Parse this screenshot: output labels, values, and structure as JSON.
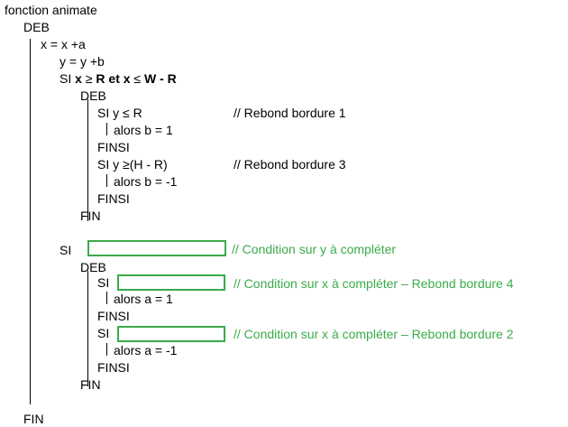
{
  "header": "fonction animate",
  "deb": "DEB",
  "fin": "FIN",
  "finsi": "FINSI",
  "si": "SI",
  "line_x": "x = x +a",
  "line_y": "y = y +b",
  "cond1": {
    "si": "SI",
    "a": "x",
    "b": " ≥ ",
    "c": "R",
    "d": " et ",
    "e": "x",
    "f": " ≤ ",
    "g": "W - R"
  },
  "if1": {
    "cond": "SI y ≤ R",
    "comment": "// Rebond bordure 1",
    "then": "alors b = 1"
  },
  "if2": {
    "cond": "SI y ≥(H - R)",
    "comment": "// Rebond bordure 3",
    "then": "alors b = -1"
  },
  "comment_y": "// Condition sur y à compléter",
  "if3": {
    "comment": "// Condition sur x à compléter – Rebond bordure 4",
    "then": "alors a = 1"
  },
  "if4": {
    "comment": "// Condition sur x à compléter – Rebond bordure 2",
    "then": "alors a =  -1"
  }
}
